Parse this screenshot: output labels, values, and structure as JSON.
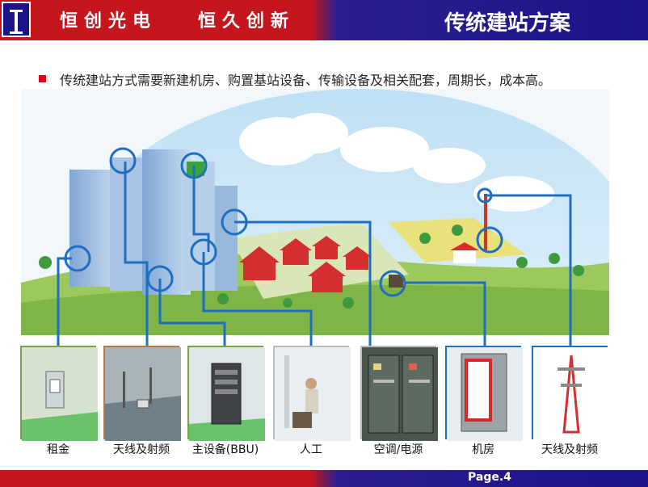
{
  "header": {
    "brand": "恒创光电",
    "slogan": "恒久创新",
    "title": "传统建站方案"
  },
  "bullet_text": "传统建站方式需要新建机房、购置基站设备、传输设备及相关配套，周期长，成本高。",
  "panels": [
    {
      "label": "租金"
    },
    {
      "label": "天线及射频"
    },
    {
      "label": "主设备(BBU)"
    },
    {
      "label": "人工"
    },
    {
      "label": "空调/电源"
    },
    {
      "label": "机房"
    },
    {
      "label": "天线及射频"
    }
  ],
  "footer": {
    "page": "Page.4"
  },
  "colors": {
    "red": "#c4161c",
    "blue": "#1b138a",
    "line": "#1f6fc0"
  }
}
